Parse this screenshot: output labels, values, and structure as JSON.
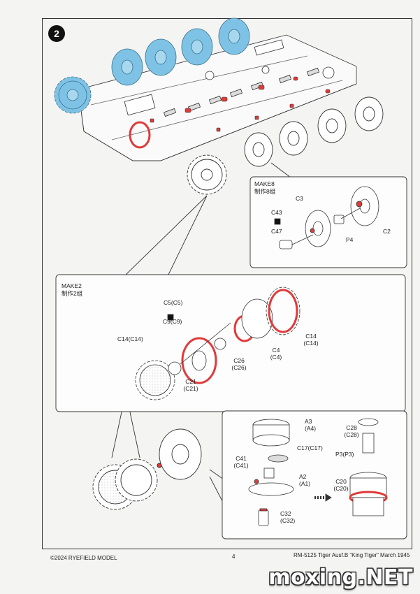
{
  "step": {
    "number": "2"
  },
  "colors": {
    "blue": "#7ec3e6",
    "red": "#e03a3a",
    "line": "#333333",
    "bg": "#f4f4f2"
  },
  "make8": {
    "title": "MAKE8",
    "title_cn": "制作8组",
    "labels": {
      "c3": "C3",
      "c43": "C43",
      "c47": "C47",
      "p4": "P4",
      "c2": "C2"
    }
  },
  "make2": {
    "title": "MAKE2",
    "title_cn": "制作2组",
    "labels": {
      "c5": "C5(C5)",
      "c9": "C9(C9)",
      "c14_left": "C14(C14)",
      "c21": "C21",
      "c21_alt": "(C21)",
      "c26": "C26",
      "c26_alt": "(C26)",
      "c4": "C4",
      "c4_alt": "(C4)",
      "c14_right": "C14",
      "c14_right_alt": "(C14)"
    }
  },
  "sub": {
    "labels": {
      "a3": "A3",
      "a3_alt": "(A4)",
      "c17": "C17(C17)",
      "c41": "C41",
      "c41_alt": "(C41)",
      "a2": "A2",
      "a2_alt": "(A1)",
      "c32": "C32",
      "c32_alt": "(C32)",
      "c28": "C28",
      "c28_alt": "(C28)",
      "p3": "P3(P3)",
      "c20": "C20",
      "c20_alt": "(C20)"
    }
  },
  "footer": {
    "left": "©2024 RYEFIELD MODEL",
    "page": "4",
    "right": "RM-5125 Tiger Ausf.B “King Tiger” March 1945"
  },
  "watermark": "moxing.NET"
}
